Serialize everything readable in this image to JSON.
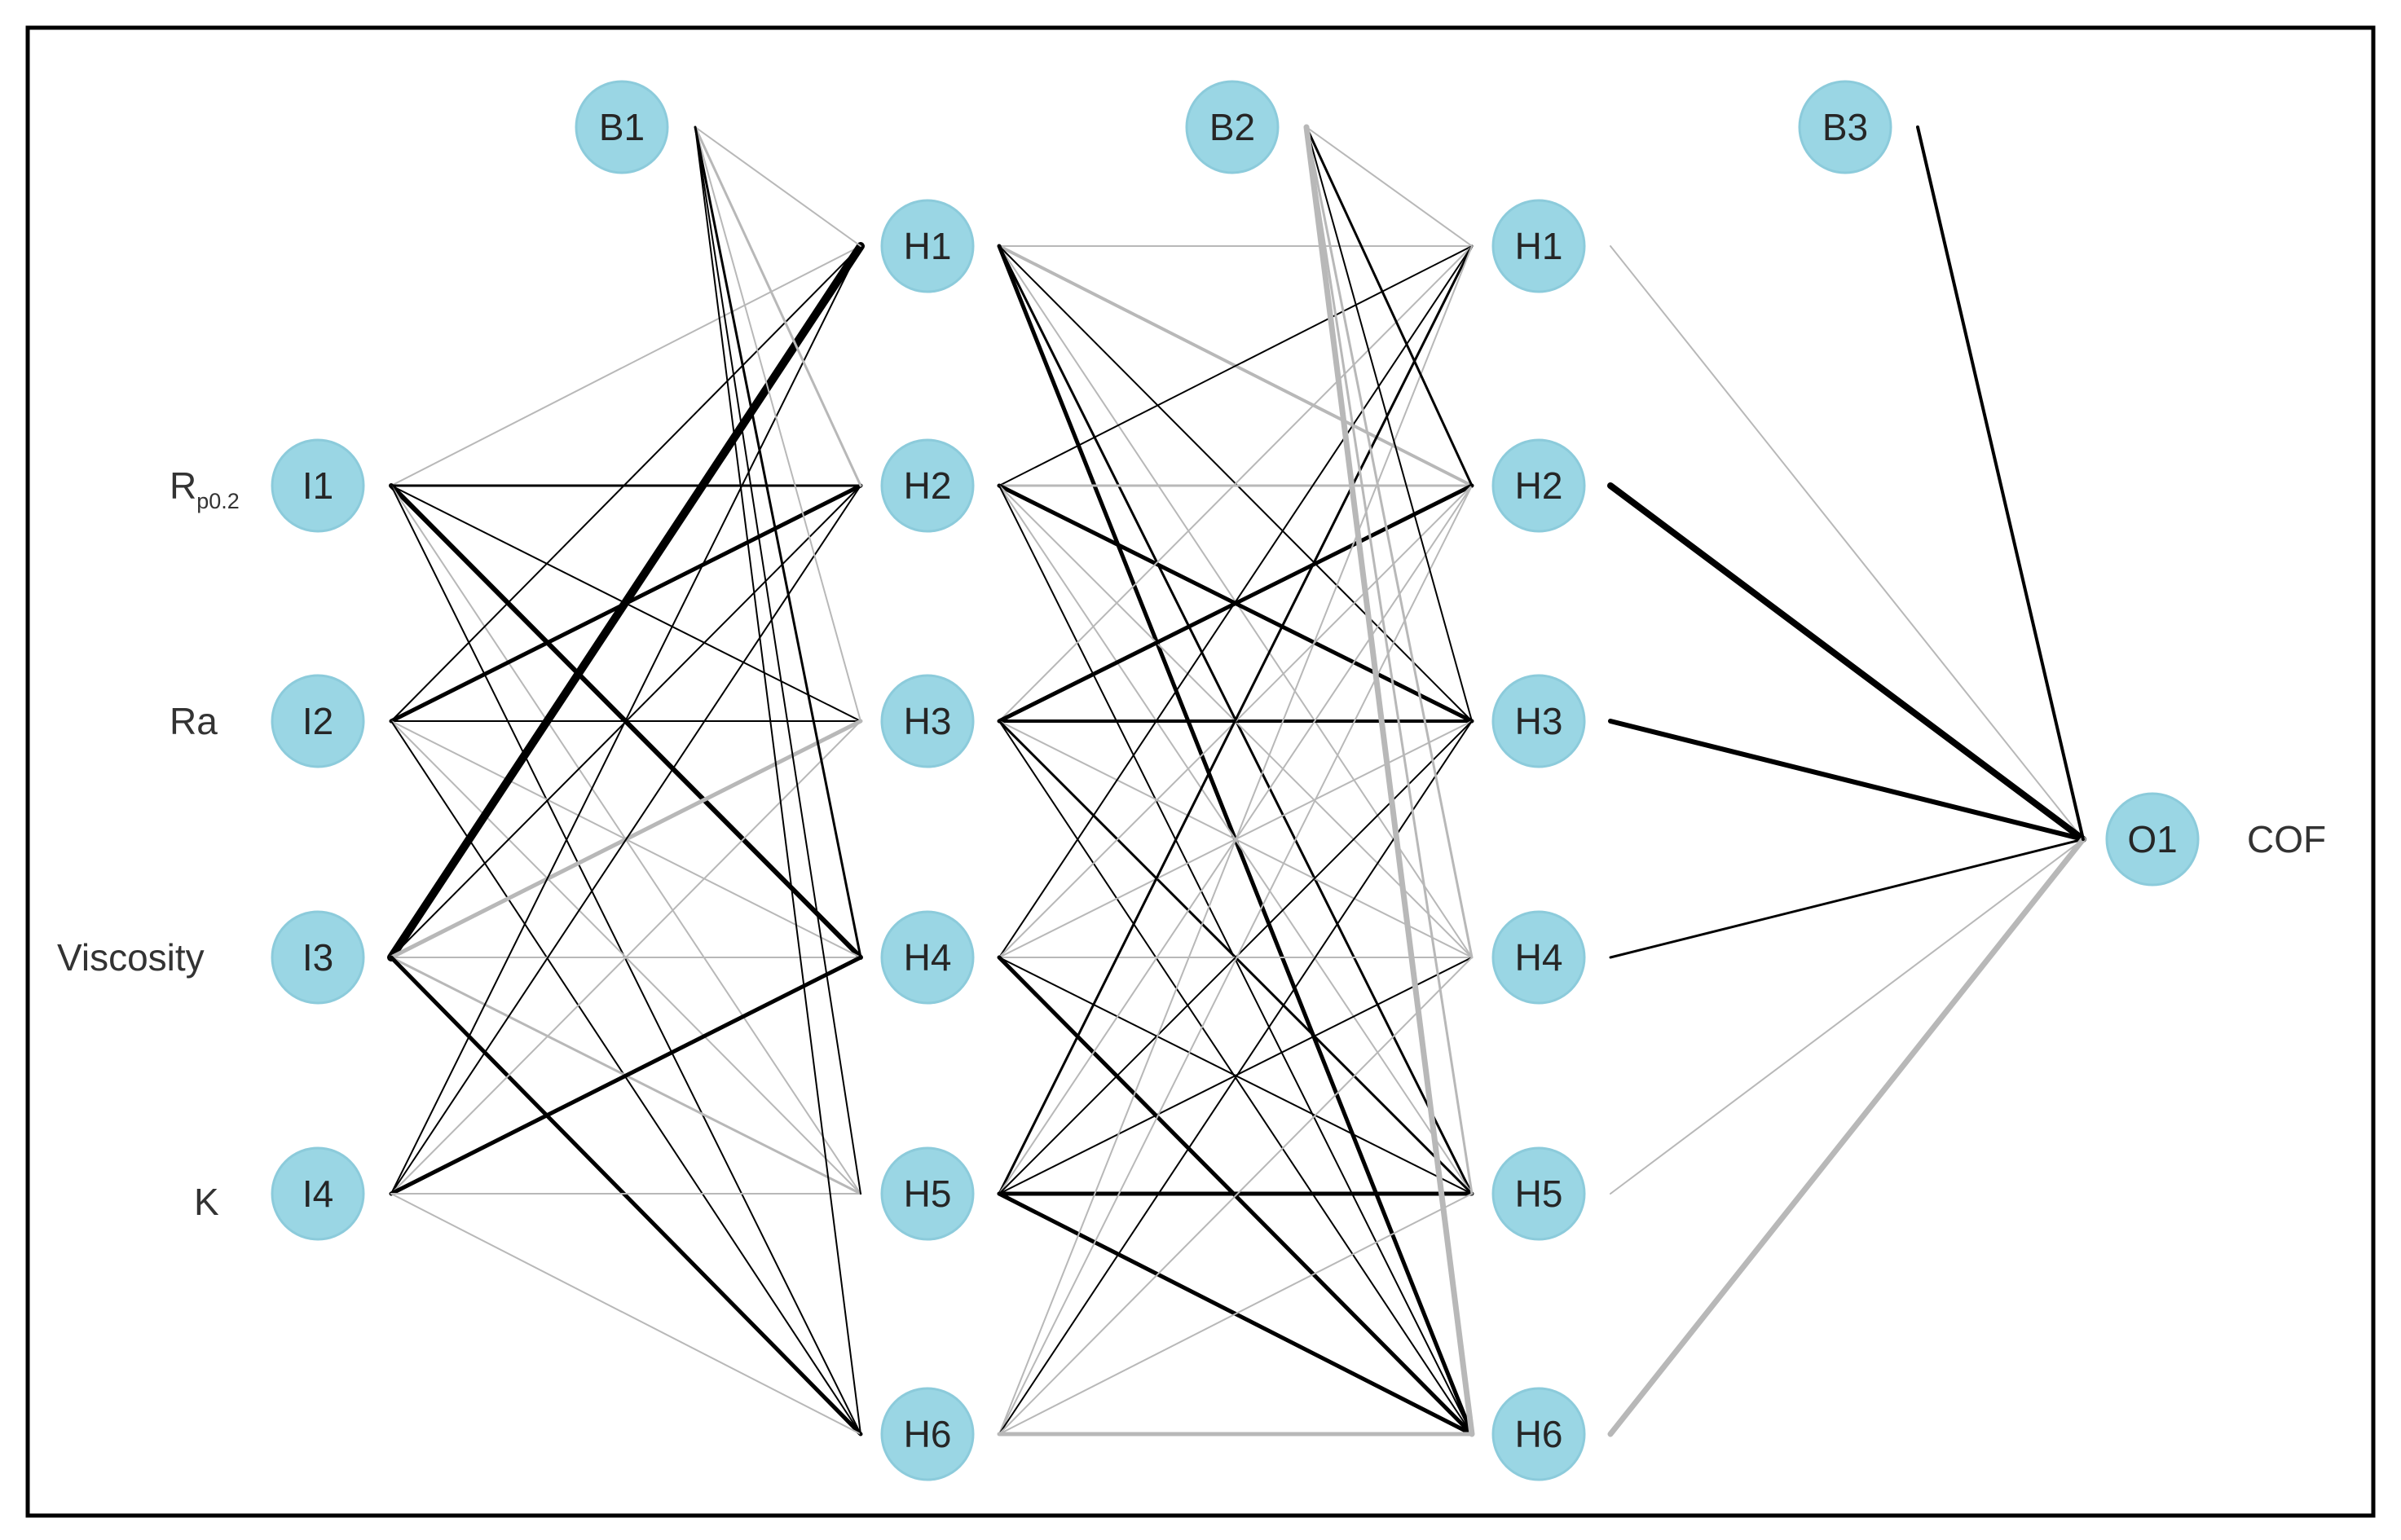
{
  "diagram": {
    "input_labels": {
      "rp": {
        "main": "R",
        "sub": "p0.2"
      },
      "ra": "Ra",
      "viscosity": "Viscosity",
      "k": "K"
    },
    "output_label": "COF",
    "nodes": {
      "I1": "I1",
      "I2": "I2",
      "I3": "I3",
      "I4": "I4",
      "B1": "B1",
      "B2": "B2",
      "B3": "B3",
      "L1H1": "H1",
      "L1H2": "H2",
      "L1H3": "H3",
      "L1H4": "H4",
      "L1H5": "H5",
      "L1H6": "H6",
      "L2H1": "H1",
      "L2H2": "H2",
      "L2H3": "H3",
      "L2H4": "H4",
      "L2H5": "H5",
      "L2H6": "H6",
      "O1": "O1"
    },
    "edge_colors": {
      "positive": "#000000",
      "negative": "#b8b8b8"
    }
  }
}
